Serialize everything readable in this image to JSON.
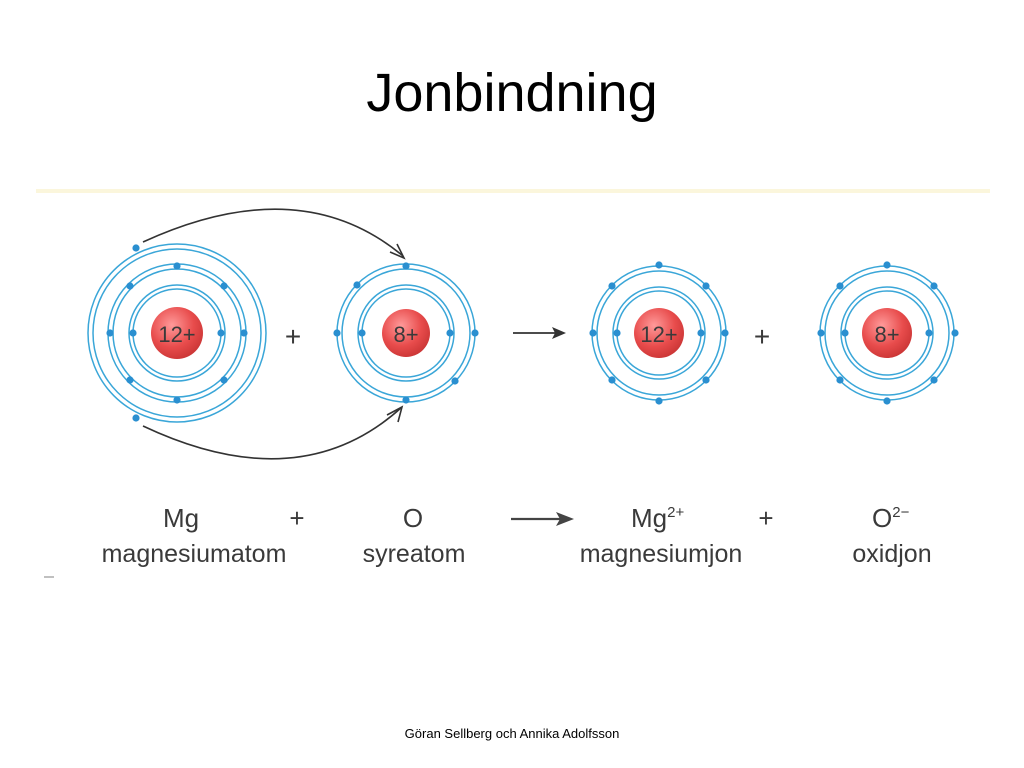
{
  "title": "Jonbindning",
  "atoms": {
    "mg_atom": {
      "nucleus": "12+"
    },
    "o_atom": {
      "nucleus": "8+"
    },
    "mg_ion": {
      "nucleus": "12+"
    },
    "o_ion": {
      "nucleus": "8+"
    }
  },
  "operators": {
    "plus": "+"
  },
  "equation": {
    "mg_symbol": "Mg",
    "mg_name": "magnesiumatom",
    "o_symbol": "O",
    "o_name": "syreatom",
    "mg_ion_symbol": "Mg",
    "mg_ion_charge": "2+",
    "mg_ion_name": "magnesiumjon",
    "o_ion_symbol": "O",
    "o_ion_charge": "2−",
    "o_ion_name": "oxidjon"
  },
  "credit": "Göran Sellberg och Annika Adolfsson",
  "colors": {
    "shell": "#3aa6d8",
    "electron": "#2a8fd0",
    "nucleus": "#e04a4a",
    "accent_line": "#fbf6dc"
  }
}
